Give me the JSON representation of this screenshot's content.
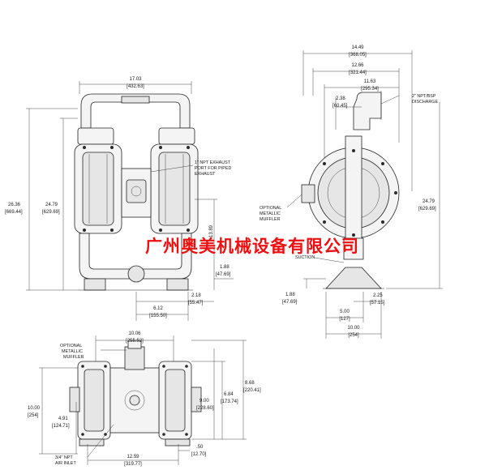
{
  "front_view": {
    "dims": {
      "top_width": "17.03",
      "top_width_mm": "[432.63]",
      "overall_height": "26.36",
      "overall_height_mm": "[669.44]",
      "inner_height": "24.79",
      "inner_height_mm": "[629.69]",
      "right_height": "13.89",
      "base_height": "1.88",
      "base_height_mm": "[47.69]",
      "half_base": "2.18",
      "half_base_mm": "[55.47]",
      "inlet_width": "6.12",
      "inlet_width_mm": "[155.50]"
    },
    "callout_exhaust": [
      "1\" NPT EXHAUST",
      "PORT FOR PIPED",
      "EXHAUST"
    ]
  },
  "side_view": {
    "dims": {
      "overall_width": "14.49",
      "overall_width_mm": "[368.05]",
      "width2": "12.66",
      "width2_mm": "[321.44]",
      "width3": "11.63",
      "width3_mm": "[295.34]",
      "offset": "2.38",
      "offset_mm": "[60.45]",
      "height": "24.79",
      "height_mm": "[629.69]",
      "base_height": "1.88",
      "base_height_mm": "[47.69]",
      "base_half": "2.25",
      "base_half_mm": "[57.15]",
      "foot_width": "5.00",
      "foot_width_mm": "[127]",
      "base_width": "10.00",
      "base_width_mm": "[254]"
    },
    "callout_discharge": [
      "2\" NPT/BSP",
      "DISCHARGE"
    ],
    "callout_muffler": [
      "OPTIONAL",
      "METALLIC",
      "MUFFLER"
    ],
    "callout_suction": "SUCTION"
  },
  "bottom_view": {
    "dims": {
      "top_width": "10.06",
      "top_width_mm": "[255.52]",
      "right_outer": "8.68",
      "right_outer_mm": "[220.41]",
      "right_mid": "6.84",
      "right_mid_mm": "[173.74]",
      "center_height": "9.00",
      "center_height_mm": "[228.60]",
      "left_height": "10.00",
      "left_height_mm": "[254]",
      "left_inner": "4.91",
      "left_inner_mm": "[124.71]",
      "bottom_width": "12.59",
      "bottom_width_mm": "[319.77]",
      "slot": ".50",
      "slot_mm": "[12.70]"
    },
    "callout_muffler": [
      "OPTIONAL",
      "METALLIC",
      "MUFFLER"
    ],
    "callout_air_inlet": [
      "3/4\" NPT",
      "AIR INLET"
    ]
  },
  "watermark": "广州奥美机械设备有限公司",
  "colors": {
    "watermark": "#ee1010",
    "line": "#222222"
  }
}
